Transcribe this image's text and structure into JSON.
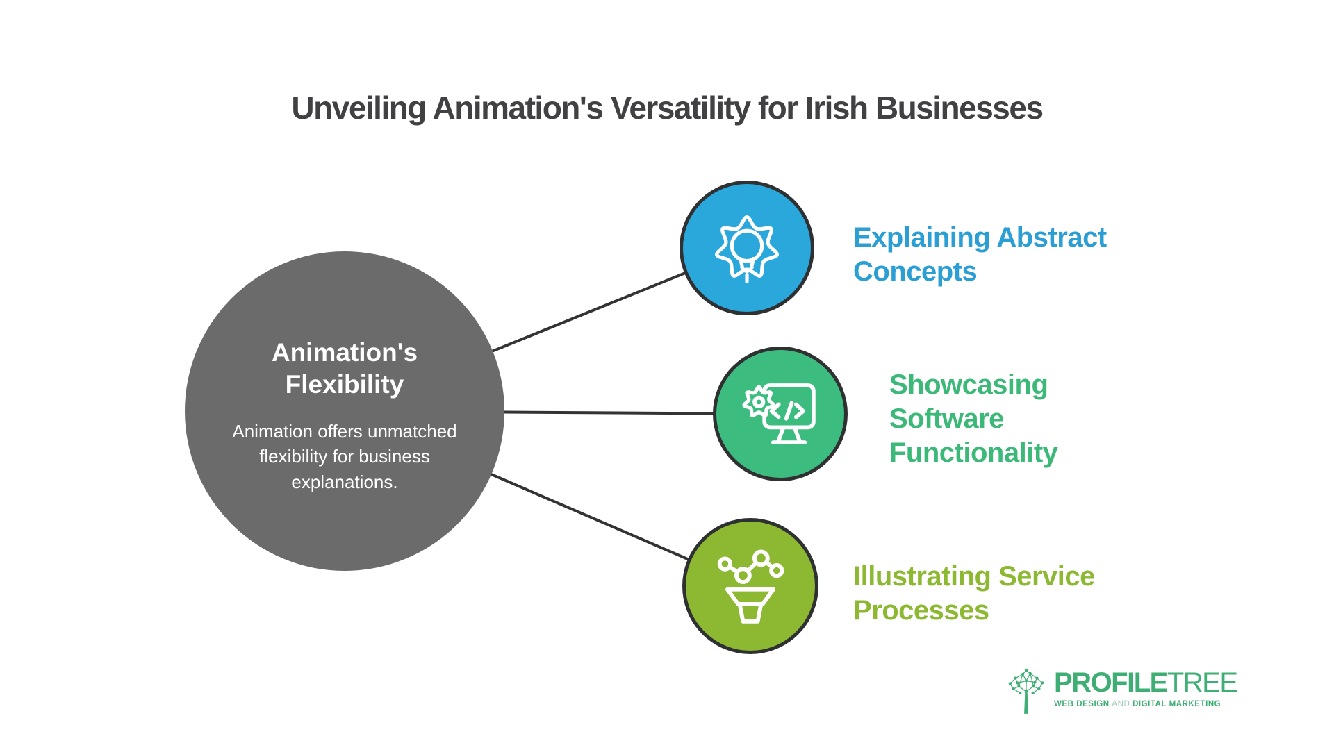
{
  "title": "Unveiling Animation's Versatility for Irish Businesses",
  "center": {
    "heading": "Animation's Flexibility",
    "body": "Animation offers unmatched flexibility for business explanations."
  },
  "branches": [
    {
      "label": "Explaining Abstract Concepts",
      "icon": "gear-lightbulb-icon",
      "circle_color": "#2AA7DB",
      "text_color": "#2B9FD3"
    },
    {
      "label": "Showcasing Software Functionality",
      "icon": "software-monitor-icon",
      "circle_color": "#3DBC80",
      "text_color": "#3CB878"
    },
    {
      "label": "Illustrating Service Processes",
      "icon": "data-funnel-icon",
      "circle_color": "#8CB832",
      "text_color": "#8CB832"
    }
  ],
  "logo": {
    "brand_bold": "PROFILE",
    "brand_light": "TREE",
    "tagline_left": "WEB DESIGN",
    "tagline_and": "AND",
    "tagline_right": "DIGITAL MARKETING",
    "color": "#3FAE74",
    "and_color": "#9CCDB4"
  },
  "colors": {
    "background": "#FFFFFF",
    "title": "#414042",
    "center_circle": "#6B6B6B",
    "center_text": "#FFFFFF",
    "connector": "#333333",
    "circle_border": "#2F3032"
  }
}
